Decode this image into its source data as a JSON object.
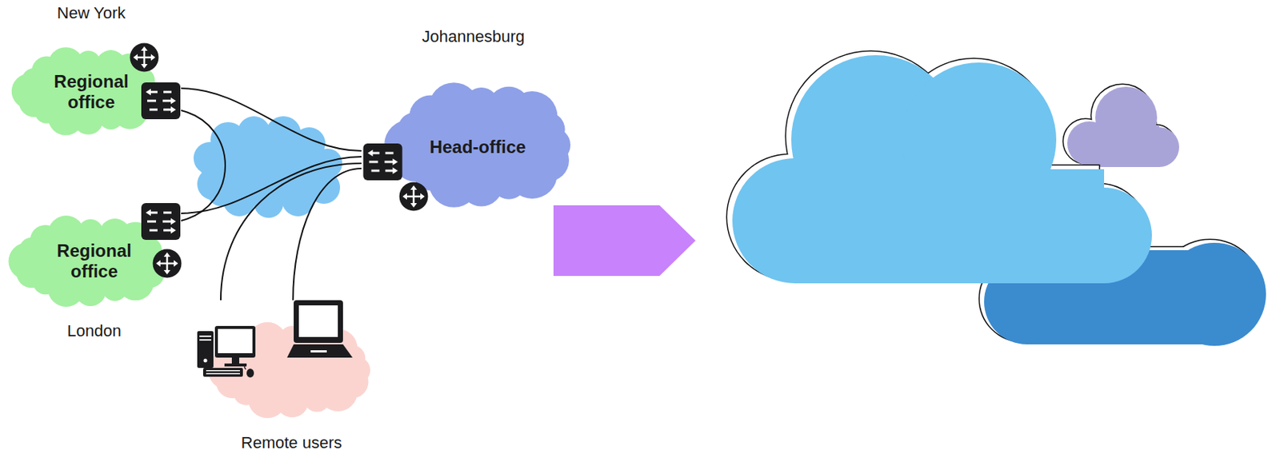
{
  "diagram": {
    "nodes": [
      {
        "text": [
          "New York",
          "Regional office"
        ]
      },
      {
        "text": [
          "Johannesburg",
          "Head-office"
        ]
      },
      {
        "text": [
          "Regional office",
          "London"
        ]
      },
      {
        "text": [
          "Remote users"
        ]
      }
    ],
    "edges": [
      {
        "from": 0,
        "to": 1,
        "arrow": "none"
      },
      {
        "from": 0,
        "to": 2,
        "arrow": "none"
      },
      {
        "from": 2,
        "to": 1,
        "arrow": "none"
      },
      {
        "from": 3,
        "to": 1,
        "arrow": "none"
      },
      {
        "from": 3,
        "to": 1,
        "arrow": "none"
      }
    ]
  }
}
